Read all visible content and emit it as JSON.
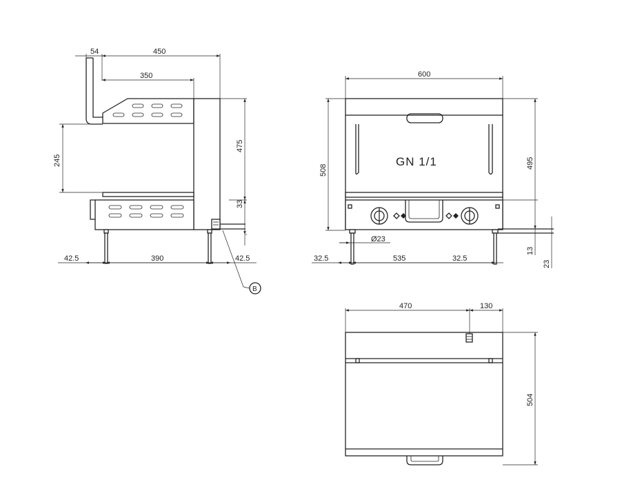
{
  "drawing": {
    "side_view": {
      "dims": {
        "handle_depth": "54",
        "overall_depth": "450",
        "hood_depth": "350",
        "opening_height": "245",
        "body_height": "475",
        "base_height": "33",
        "leg_left_offset": "42.5",
        "leg_spacing": "390",
        "leg_right_offset": "42.5"
      },
      "callout": "B"
    },
    "front_view": {
      "label": "GN 1/1",
      "dims": {
        "overall_width": "600",
        "overall_height": "508",
        "body_height": "495",
        "foot_diameter": "Ø23",
        "foot_left_offset": "32.5",
        "foot_spacing": "535",
        "foot_right_offset": "32.5",
        "connector_height": "13",
        "foot_height": "23"
      }
    },
    "top_view": {
      "dims": {
        "depth_to_connector": "470",
        "connector_offset": "130",
        "overall_depth": "504"
      }
    }
  }
}
